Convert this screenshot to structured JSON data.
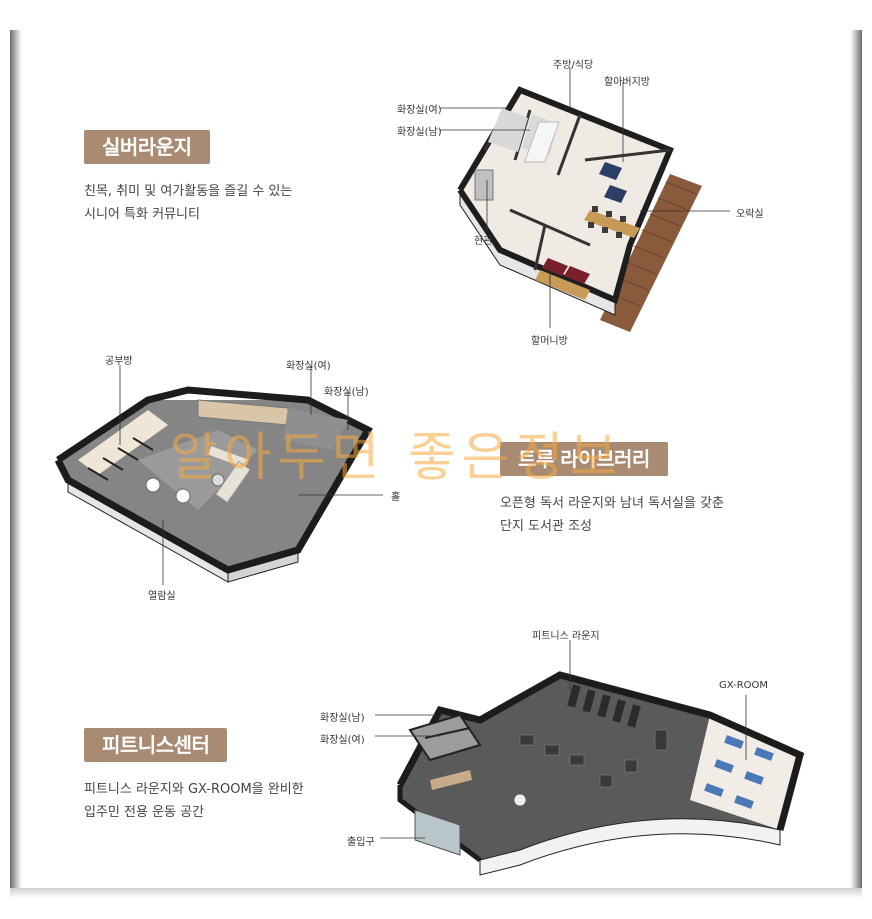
{
  "watermark": "알아두면 좋은정보",
  "sections": {
    "silver": {
      "title": "실버라운지",
      "desc_line1": "친목, 취미 및 여가활동을 즐길 수 있는",
      "desc_line2": "시니어 특화 커뮤니티",
      "labels": {
        "kitchen": "주방/식당",
        "grandpa_room": "할아버지방",
        "restroom_f": "화장실(여)",
        "restroom_m": "화장실(남)",
        "recreation": "오락실",
        "entrance": "현관",
        "grandma_room": "할머니방"
      }
    },
    "library": {
      "title": "트루 라이브러리",
      "desc_line1": "오픈형 독서 라운지와 남녀 독서실을 갖춘",
      "desc_line2": "단지 도서관 조성",
      "labels": {
        "study_room": "공부방",
        "restroom_f": "화장실(여)",
        "restroom_m": "화장실(남)",
        "hall": "홀",
        "reading_room": "열람실"
      }
    },
    "fitness": {
      "title": "피트니스센터",
      "desc_line1": "피트니스 라운지와 GX-ROOM을 완비한",
      "desc_line2": "입주민 전용 운동 공간",
      "labels": {
        "lounge": "피트니스 라운지",
        "gx_room": "GX-ROOM",
        "restroom_m": "화장실(남)",
        "restroom_f": "화장실(여)",
        "entrance": "출입구"
      }
    }
  }
}
